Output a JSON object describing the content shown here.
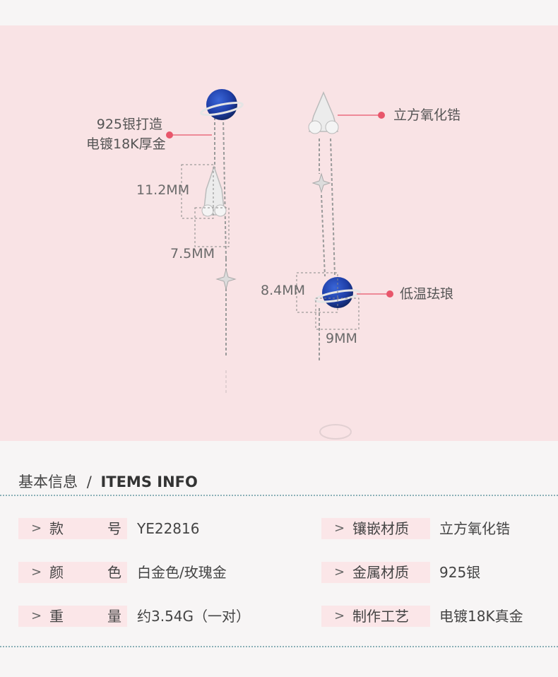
{
  "callouts": {
    "material_line1": "925银打造",
    "material_line2": "电镀18K厚金",
    "stone": "立方氧化锆",
    "enamel": "低温珐琅"
  },
  "dimensions": {
    "rocket_height": "11.2MM",
    "rocket_width": "7.5MM",
    "planet_height": "8.4MM",
    "planet_width": "9MM"
  },
  "colors": {
    "hero_background": "#f9e3e5",
    "accent_dot": "#e8566b",
    "planet_blue": "#1f3fa8",
    "label_background": "#fbe6e8",
    "divider": "#8bb0b7"
  },
  "info": {
    "heading_cn": "基本信息",
    "heading_sep": "/",
    "heading_en": "ITEMS INFO",
    "arrow": ">",
    "rows": [
      {
        "left": {
          "label_a": "款",
          "label_b": "号",
          "value": "YE22816"
        },
        "right": {
          "label": "镶嵌材质",
          "value": "立方氧化锆"
        }
      },
      {
        "left": {
          "label_a": "颜",
          "label_b": "色",
          "value": "白金色/玫瑰金"
        },
        "right": {
          "label": "金属材质",
          "value": "925银"
        }
      },
      {
        "left": {
          "label_a": "重",
          "label_b": "量",
          "value": "约3.54G（一对）"
        },
        "right": {
          "label": "制作工艺",
          "value": "电镀18K真金"
        }
      }
    ]
  }
}
